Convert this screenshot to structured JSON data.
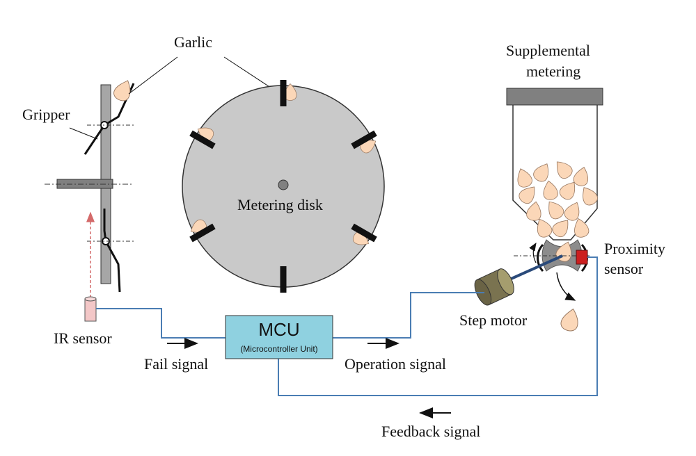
{
  "labels": {
    "garlic": "Garlic",
    "gripper": "Gripper",
    "metering_disk": "Metering disk",
    "supplemental_line1": "Supplemental",
    "supplemental_line2": "metering",
    "proximity_line1": "Proximity",
    "proximity_line2": "sensor",
    "step_motor": "Step motor",
    "ir_sensor": "IR sensor",
    "mcu_title": "MCU",
    "mcu_subtitle": "(Microcontroller Unit)",
    "fail_signal": "Fail signal",
    "operation_signal": "Operation signal",
    "feedback_signal": "Feedback signal"
  },
  "colors": {
    "signal_line": "#4a7db3",
    "mcu_fill": "#8fd1e0",
    "disk_fill": "#c9c9c9",
    "plate_fill": "#a6a6a6",
    "garlic_fill": "#fbd7b8",
    "garlic_stroke": "#9a7a63",
    "motor_fill": "#7a7350",
    "proximity_red": "#cc1f1f",
    "ir_fill": "#f3c7c7",
    "ir_beam": "#d46a6a"
  }
}
